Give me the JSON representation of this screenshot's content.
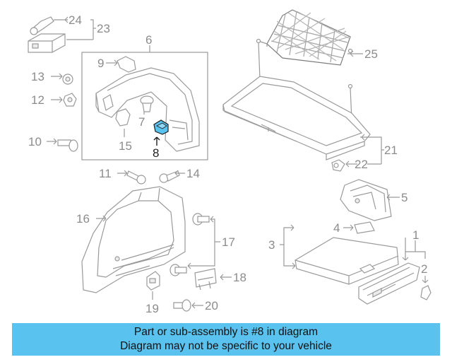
{
  "diagram": {
    "callouts": {
      "c1": "1",
      "c2": "2",
      "c3": "3",
      "c4": "4",
      "c5": "5",
      "c6": "6",
      "c7": "7",
      "c8": "8",
      "c9": "9",
      "c10": "10",
      "c11": "11",
      "c12": "12",
      "c13": "13",
      "c14": "14",
      "c15": "15",
      "c16": "16",
      "c17": "17",
      "c18": "18",
      "c19": "19",
      "c20": "20",
      "c21": "21",
      "c22": "22",
      "c23": "23",
      "c24": "24",
      "c25": "25"
    },
    "highlighted_part": "8",
    "highlight_color": "#59c2ef"
  },
  "info_bar": {
    "line1": "Part or sub-assembly is #8 in diagram",
    "line2": "Diagram may not be specific to your vehicle",
    "background": "#59c2ef"
  }
}
